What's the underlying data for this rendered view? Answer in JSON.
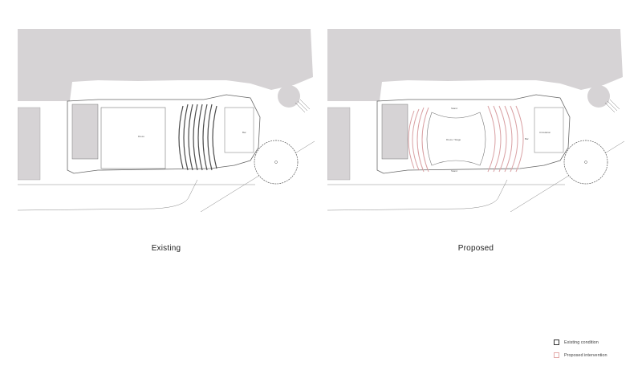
{
  "plans": {
    "existing": {
      "caption": "Existing",
      "room_stage": "Dress",
      "room_side": "Bar"
    },
    "proposed": {
      "caption": "Proposed",
      "room_stage": "Dress / Stage",
      "room_top": "Stand",
      "room_bottom": "Stand",
      "room_side_a": "Bar",
      "room_side_b": "Circulation"
    }
  },
  "legend": {
    "existing_label": "Existing condition",
    "proposed_label": "Proposed intervention"
  },
  "colors": {
    "context_fill": "#d6d3d5",
    "linework": "#6b6b6b",
    "seating_existing": "#4a4a4a",
    "seating_proposed": "#d9a0a3"
  }
}
